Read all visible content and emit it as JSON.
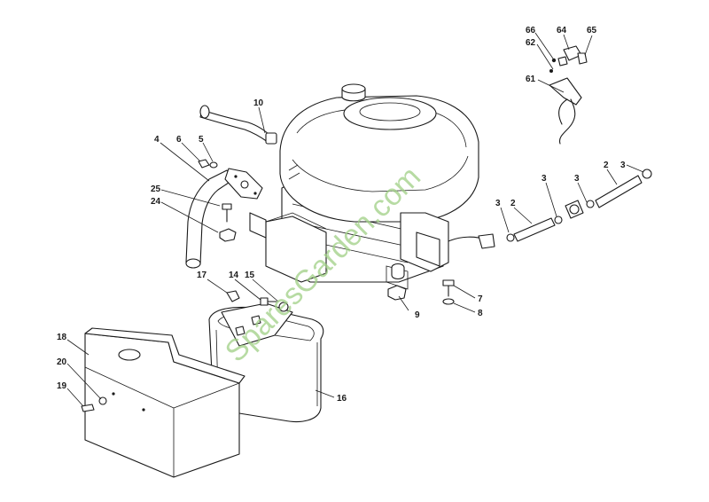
{
  "watermark": "SparesGarden.com",
  "callouts": {
    "c2a": "2",
    "c2b": "2",
    "c3a": "3",
    "c3b": "3",
    "c3c": "3",
    "c3d": "3",
    "c4": "4",
    "c5": "5",
    "c6": "6",
    "c7": "7",
    "c8": "8",
    "c9": "9",
    "c10": "10",
    "c14": "14",
    "c15": "15",
    "c16": "16",
    "c17": "17",
    "c18": "18",
    "c19": "19",
    "c20": "20",
    "c24": "24",
    "c25": "25",
    "c61": "61",
    "c62": "62",
    "c64": "64",
    "c65": "65",
    "c66": "66"
  }
}
